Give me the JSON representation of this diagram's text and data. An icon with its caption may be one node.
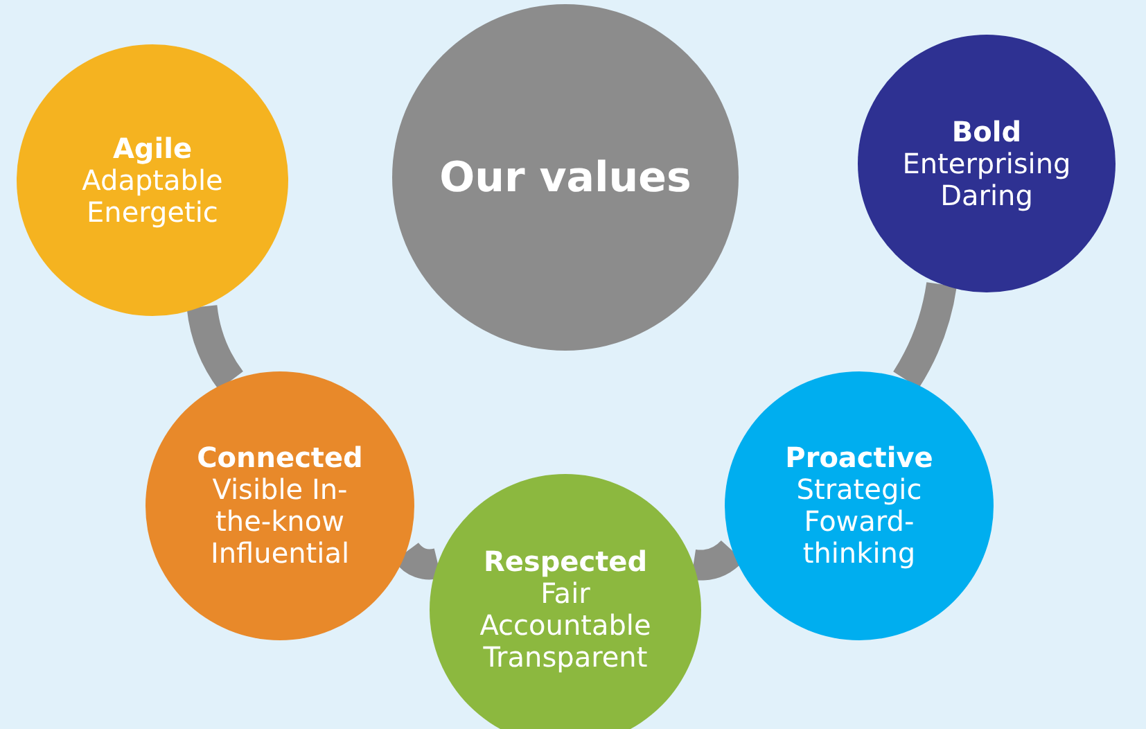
{
  "diagram": {
    "nodes": [
      {
        "text": [
          "Our values"
        ]
      },
      {
        "text": [
          "Agile",
          "Adaptable Energetic"
        ]
      },
      {
        "text": [
          "Bold",
          "Enterprising Daring"
        ]
      },
      {
        "text": [
          "Connected",
          "Visible In-the-know Influential"
        ]
      },
      {
        "text": [
          "Proactive",
          "Strategic Foward-thinking"
        ]
      },
      {
        "text": [
          "Respected",
          "Fair Accountable Transparent"
        ]
      }
    ],
    "edges": [
      {
        "from": 1,
        "to": 3,
        "arrow": "none"
      },
      {
        "from": 3,
        "to": 5,
        "arrow": "none"
      },
      {
        "from": 5,
        "to": 4,
        "arrow": "none"
      },
      {
        "from": 4,
        "to": 2,
        "arrow": "none"
      }
    ]
  }
}
